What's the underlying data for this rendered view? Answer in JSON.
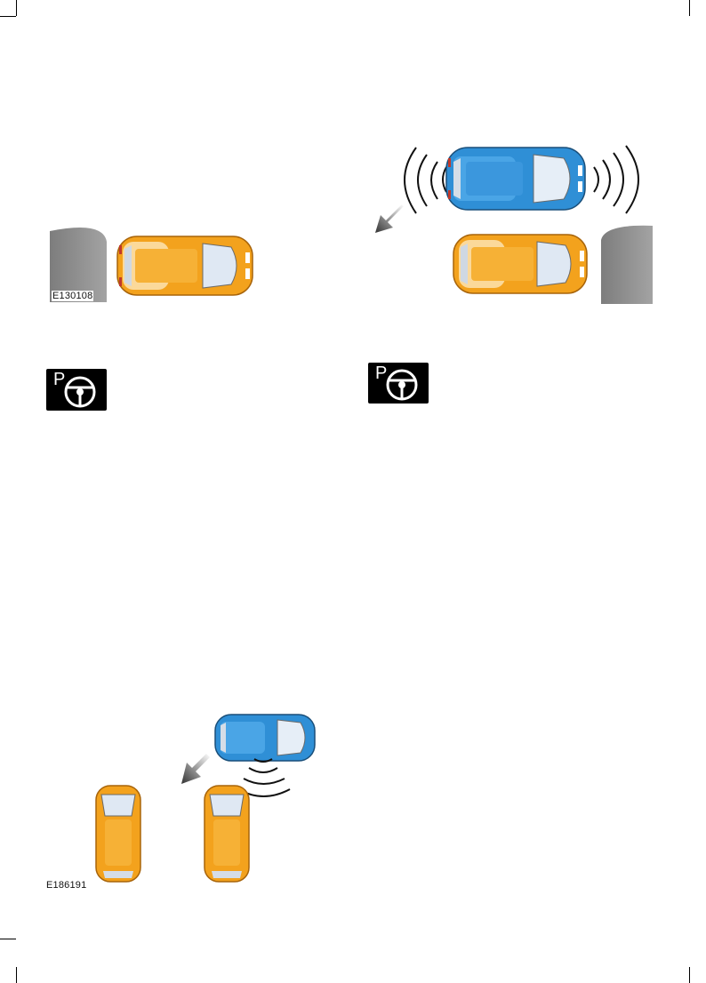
{
  "figures": {
    "fig1": {
      "code": "E130108"
    },
    "fig3": {
      "code": "E186191"
    }
  },
  "icons": {
    "park_assist_letter": "P",
    "park_assist_icon": "park-assist-steering-wheel-icon"
  },
  "colors": {
    "parked_car": "#f3a21d",
    "moving_car": "#2f8fd6",
    "curb": "#8c8c8c",
    "icon_bg": "#000000"
  }
}
